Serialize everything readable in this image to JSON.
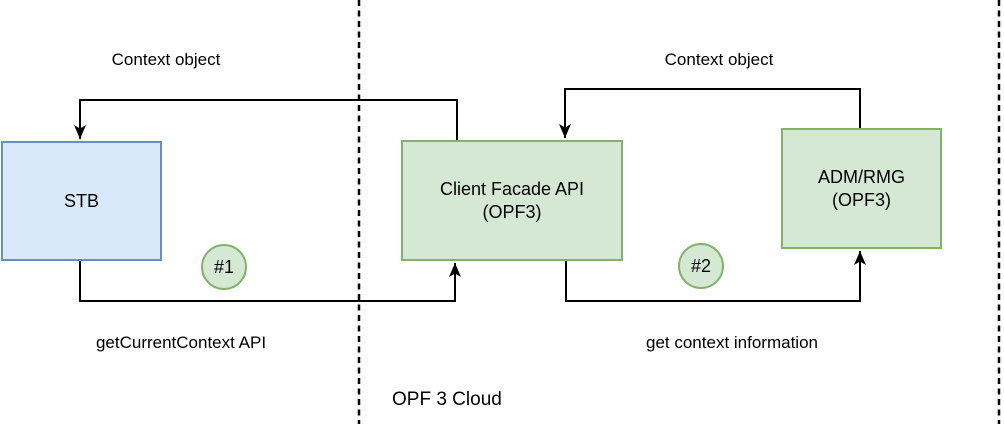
{
  "diagram": {
    "nodes": {
      "stb": {
        "label": "STB"
      },
      "client_facade": {
        "line1": "Client Facade API",
        "line2": "(OPF3)"
      },
      "adm_rmg": {
        "line1": "ADM/RMG",
        "line2": "(OPF3)"
      }
    },
    "labels": {
      "context_object_left": "Context object",
      "context_object_right": "Context object",
      "get_current_context": "getCurrentContext API",
      "get_context_information": "get context information",
      "cloud_region": "OPF 3 Cloud"
    },
    "badges": {
      "step1": "#1",
      "step2": "#2"
    },
    "colors": {
      "node_blue_fill": "#dae8fc",
      "node_blue_border": "#6c8ebf",
      "node_green_fill": "#d5e8d4",
      "node_green_border": "#82b366",
      "line": "#000000",
      "text": "#000000",
      "background": "#ffffff"
    }
  }
}
